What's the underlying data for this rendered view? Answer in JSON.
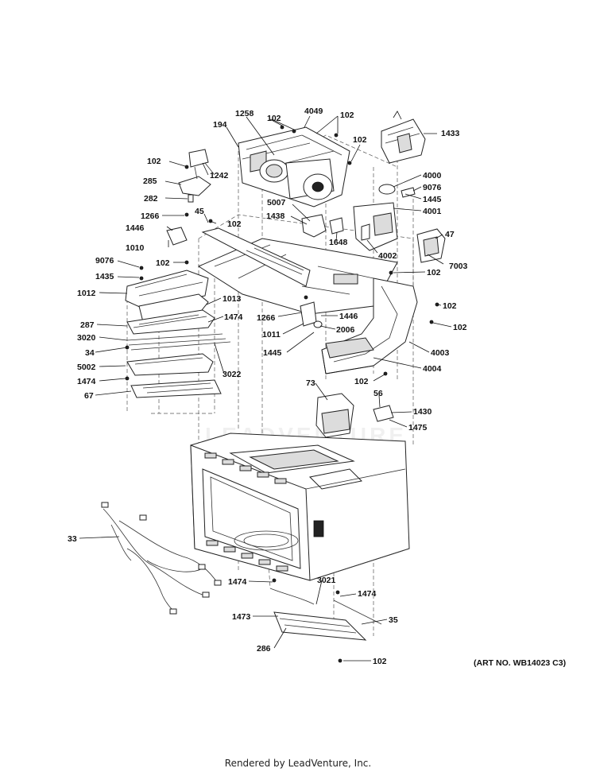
{
  "art_number": "(ART NO. WB14023 C3)",
  "footer": "Rendered by LeadVenture, Inc.",
  "watermark": "LEADVENTURE",
  "callouts": [
    "102",
    "4049",
    "102",
    "1258",
    "194",
    "102",
    "1433",
    "102",
    "1242",
    "285",
    "4000",
    "9076",
    "1445",
    "282",
    "5007",
    "1266",
    "45",
    "102",
    "4001",
    "1438",
    "1446",
    "47",
    "1648",
    "1010",
    "4002",
    "7003",
    "9076",
    "102",
    "102",
    "1435",
    "1012",
    "1013",
    "102",
    "1266",
    "1446",
    "287",
    "1474",
    "102",
    "1011",
    "2006",
    "3020",
    "4003",
    "34",
    "1445",
    "3022",
    "5002",
    "4004",
    "1474",
    "102",
    "67",
    "73",
    "56",
    "1430",
    "1475",
    "33",
    "1474",
    "3021",
    "1474",
    "1473",
    "35",
    "286",
    "102"
  ]
}
